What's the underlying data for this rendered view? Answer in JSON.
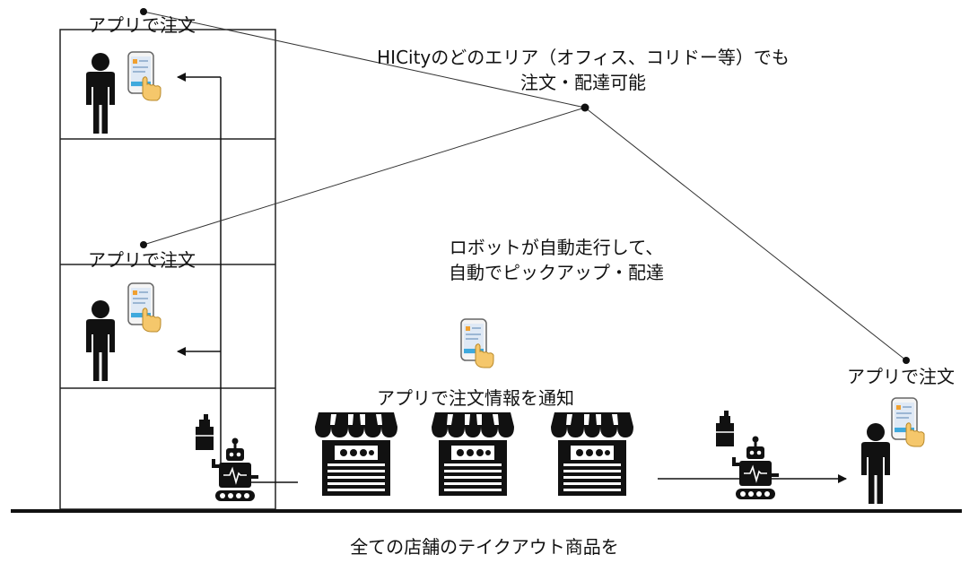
{
  "labels": {
    "order_top": "アプリで注文",
    "order_mid": "アプリで注文",
    "order_right": "アプリで注文",
    "callout_line1": "HICityのどのエリア（オフィス、コリドー等）でも",
    "callout_line2": "注文・配達可能",
    "robot_line1": "ロボットが自動走行して、",
    "robot_line2": "自動でピックアップ・配達",
    "notify": "アプリで注文情報を通知",
    "bottom_caption": "全ての店舗のテイクアウト商品を"
  },
  "icons": {
    "person": "person-icon",
    "phone": "smartphone-tap-icon",
    "store": "storefront-icon",
    "robot": "delivery-robot-icon",
    "package": "package-icon"
  },
  "colors": {
    "line": "#111111",
    "phone_screen": "#dfe9f5",
    "phone_accent": "#3fa9dd",
    "phone_orange": "#f0a030",
    "hand": "#f5c76b"
  }
}
